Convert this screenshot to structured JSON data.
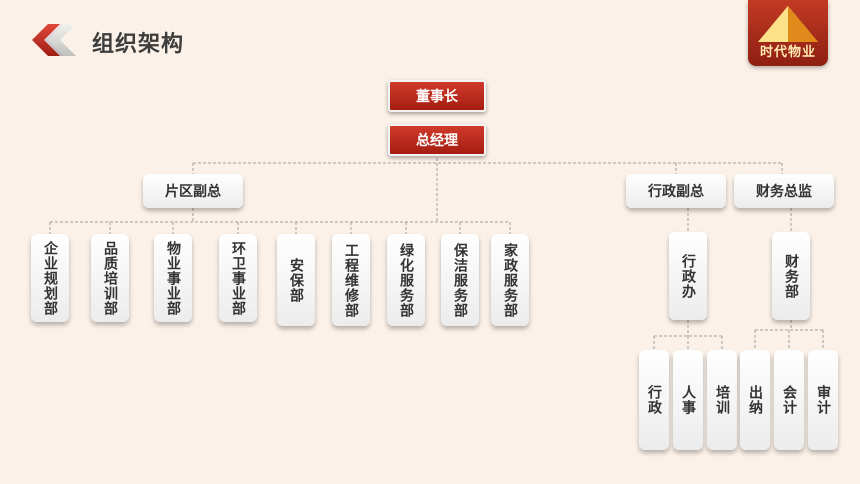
{
  "header": {
    "title": "组织架构",
    "logo_text": "时代物业",
    "icon": "chevron-left-icon"
  },
  "colors": {
    "background": "#fbf1e8",
    "accent_red": "#b82a1c",
    "logo_gold": "#f5a623"
  },
  "org": {
    "chairman": "董事长",
    "general_manager": "总经理",
    "area_vp": "片区副总",
    "admin_vp": "行政副总",
    "finance_director": "财务总监",
    "area_departments": [
      "企业规划部",
      "品质培训部",
      "物业事业部",
      "环卫事业部",
      "安保部",
      "工程维修部",
      "绿化服务部",
      "保洁服务部",
      "家政服务部"
    ],
    "admin_office": "行政办",
    "admin_units": [
      "行政",
      "人事",
      "培训"
    ],
    "finance_department": "财务部",
    "finance_units": [
      "出纳",
      "会计",
      "审计"
    ]
  }
}
